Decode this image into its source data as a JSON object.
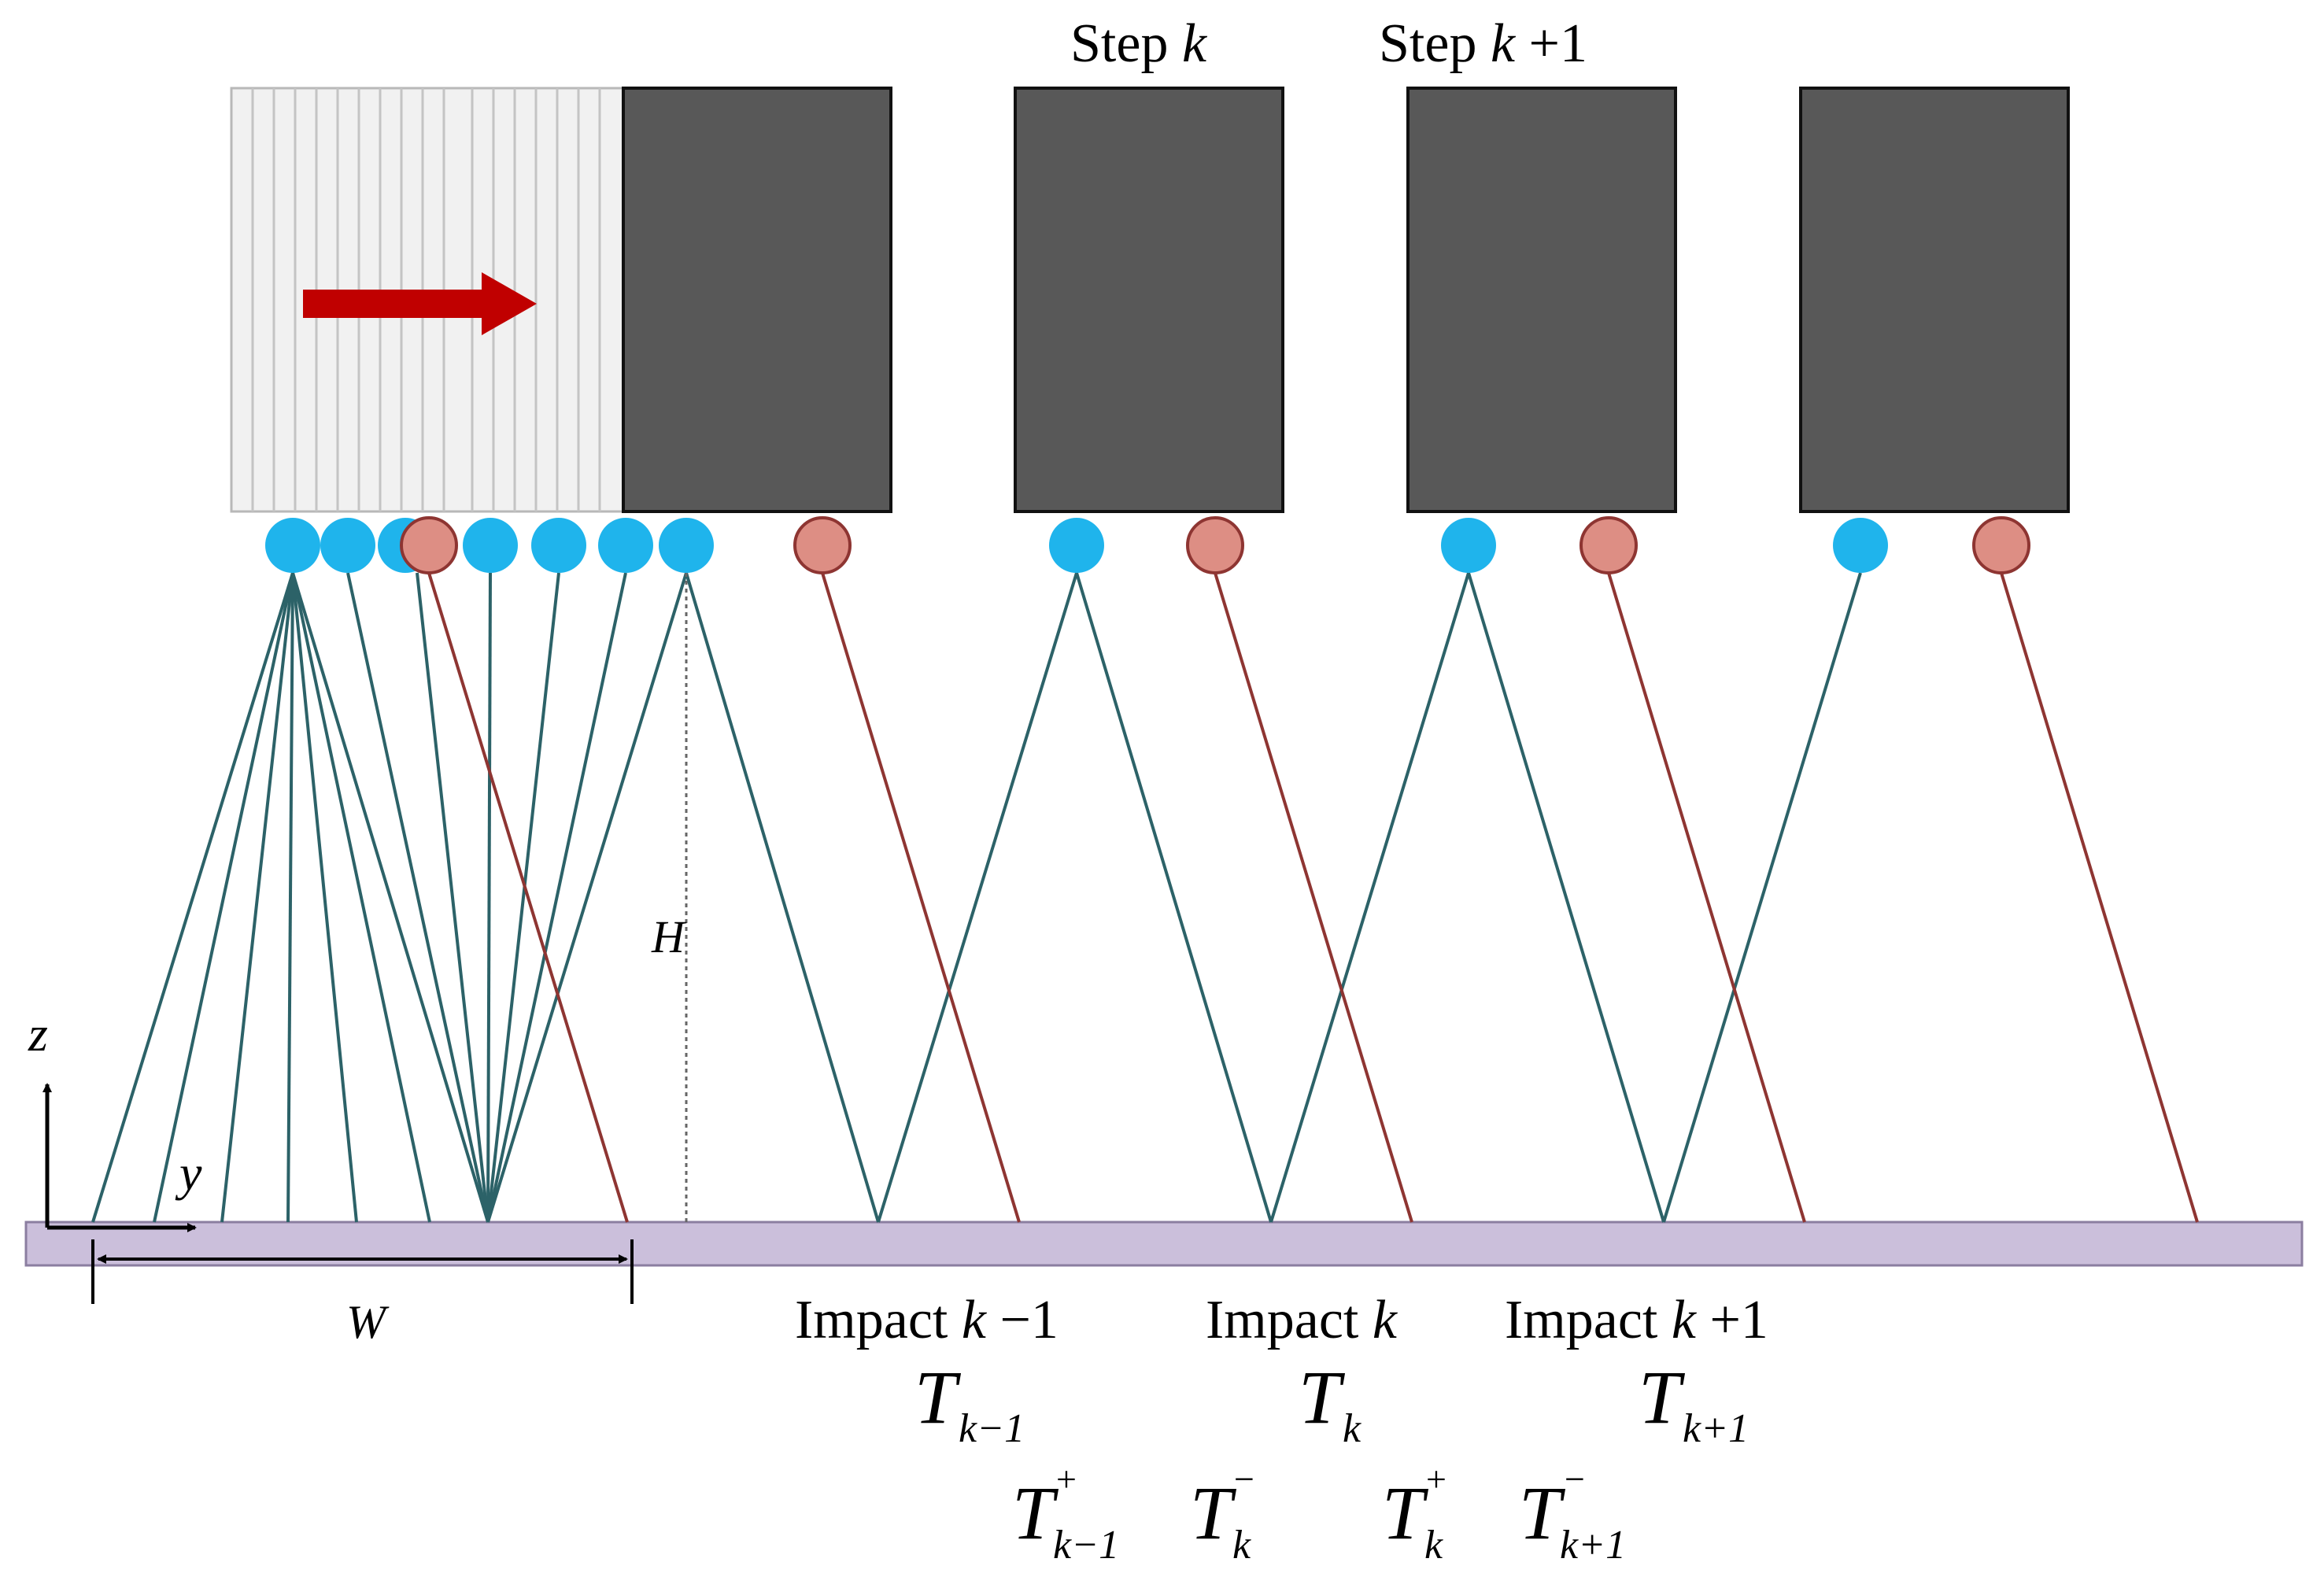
{
  "labels": {
    "step_k": {
      "word": "Step",
      "var": "k",
      "suffix": ""
    },
    "step_k1": {
      "word": "Step",
      "var": "k",
      "suffix": " +1"
    },
    "axis_z": "z",
    "axis_y": "y",
    "dim_w": "W",
    "dim_h": "H",
    "impacts": [
      {
        "word": "Impact",
        "var": "k",
        "suffix": " −1"
      },
      {
        "word": "Impact",
        "var": "k",
        "suffix": ""
      },
      {
        "word": "Impact",
        "var": "k",
        "suffix": " +1"
      }
    ],
    "times": [
      {
        "base": "T",
        "sub": "k−1",
        "sup": ""
      },
      {
        "base": "T",
        "sub": "k",
        "sup": ""
      },
      {
        "base": "T",
        "sub": "k+1",
        "sup": ""
      }
    ],
    "transitions": [
      {
        "base": "T",
        "sub": "k−1",
        "sup": "+"
      },
      {
        "base": "T",
        "sub": "k",
        "sup": "−"
      },
      {
        "base": "T",
        "sub": "k",
        "sup": "+"
      },
      {
        "base": "T",
        "sub": "k+1",
        "sup": "−"
      }
    ]
  },
  "colors": {
    "robot_body": "#585858",
    "trail": "#f1f1f1",
    "blue_marker": "#1fb4ec",
    "red_marker": "#dd8e84",
    "teal_line": "#2c6268",
    "red_line": "#8e3532",
    "ground": "#cbbfdb",
    "arrow": "#c00000"
  },
  "icons": {
    "direction": "right-arrow"
  }
}
